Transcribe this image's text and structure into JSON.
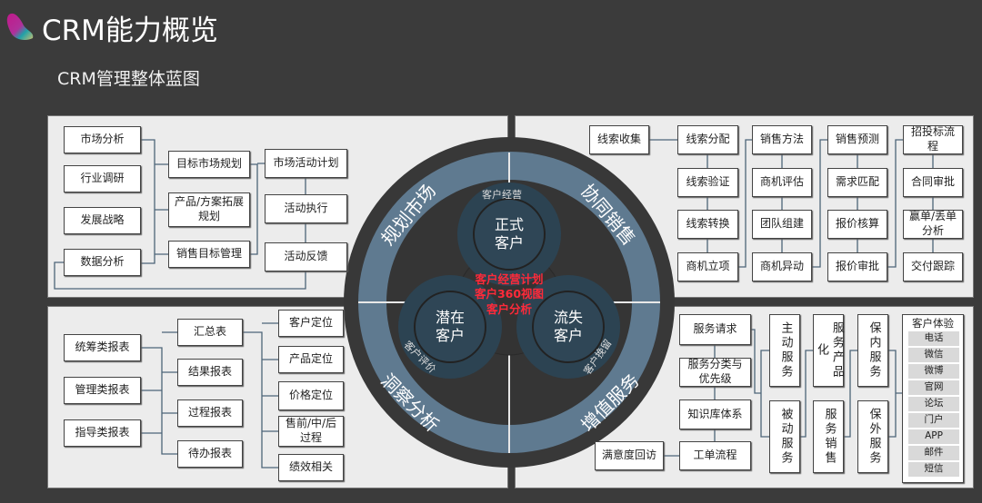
{
  "header": {
    "title": "CRM能力概览",
    "subtitle": "CRM管理整体蓝图"
  },
  "colors": {
    "background": "#3b3b3b",
    "panel": "#ececec",
    "ring": "#5f7a90",
    "circle": "#2f4656",
    "highlight": "#ff2a3a"
  },
  "center": {
    "ring_labels": [
      "规划市场",
      "协同销售",
      "洞察分析",
      "增值服务"
    ],
    "circles": [
      {
        "label": "正式\n客户",
        "arc": "客户经营"
      },
      {
        "label": "潜在\n客户",
        "arc": "客户评价"
      },
      {
        "label": "流失\n客户",
        "arc": "客户挽留"
      }
    ],
    "core": [
      "客户经营计划",
      "客户360视图",
      "客户分析"
    ]
  },
  "market": {
    "inputs": [
      "市场分析",
      "行业调研",
      "发展战略",
      "数据分析"
    ],
    "plans": [
      "目标市场规划",
      "产品/方案拓展规划",
      "销售目标管理"
    ],
    "activities": [
      "市场活动计划",
      "活动执行",
      "活动反馈"
    ]
  },
  "sales": {
    "start": "线索收集",
    "columns": [
      [
        "线索分配",
        "线索验证",
        "线索转换",
        "商机立项"
      ],
      [
        "销售方法",
        "商机评估",
        "团队组建",
        "商机异动"
      ],
      [
        "销售预测",
        "需求匹配",
        "报价核算",
        "报价审批"
      ],
      [
        "招投标流程",
        "合同审批",
        "赢单/丢单分析",
        "交付跟踪"
      ]
    ]
  },
  "analysis": {
    "categories": [
      "统筹类报表",
      "管理类报表",
      "指导类报表"
    ],
    "reports": [
      "汇总表",
      "结果报表",
      "过程报表",
      "待办报表"
    ],
    "topics": [
      "客户定位",
      "产品定位",
      "价格定位",
      "售前/中/后过程",
      "绩效相关"
    ]
  },
  "service": {
    "flow": [
      "服务请求",
      "服务分类与优先级",
      "知识库体系",
      "工单流程"
    ],
    "feedback": "满意度回访",
    "modes": [
      "主动服务",
      "被动服务"
    ],
    "products": [
      "服务产品化",
      "服务销售"
    ],
    "warranty": [
      "保内服务",
      "保外服务"
    ],
    "experience": {
      "title": "客户体验",
      "channels": [
        "电话",
        "微信",
        "微博",
        "官网",
        "论坛",
        "门户",
        "APP",
        "邮件",
        "短信"
      ]
    }
  }
}
